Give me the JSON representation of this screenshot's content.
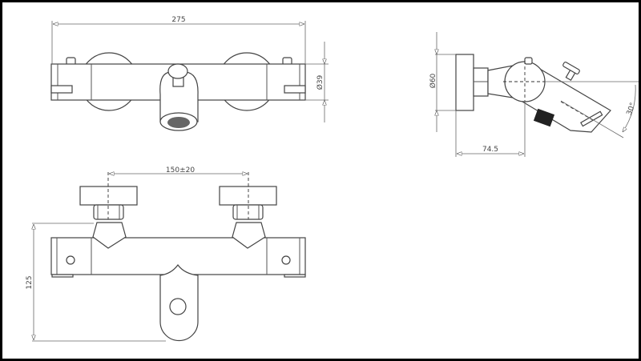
{
  "drawing": {
    "top_view": {
      "width_dimension": "275",
      "diameter_dimension": "Ø39"
    },
    "side_view": {
      "diameter_dimension": "Ø60",
      "depth_dimension": "74.5",
      "angle_dimension": "30°"
    },
    "front_view": {
      "spacing_dimension": "150±20",
      "height_dimension": "125"
    },
    "colors": {
      "line": "#444444",
      "frame": "#000000",
      "background": "#ffffff"
    }
  }
}
